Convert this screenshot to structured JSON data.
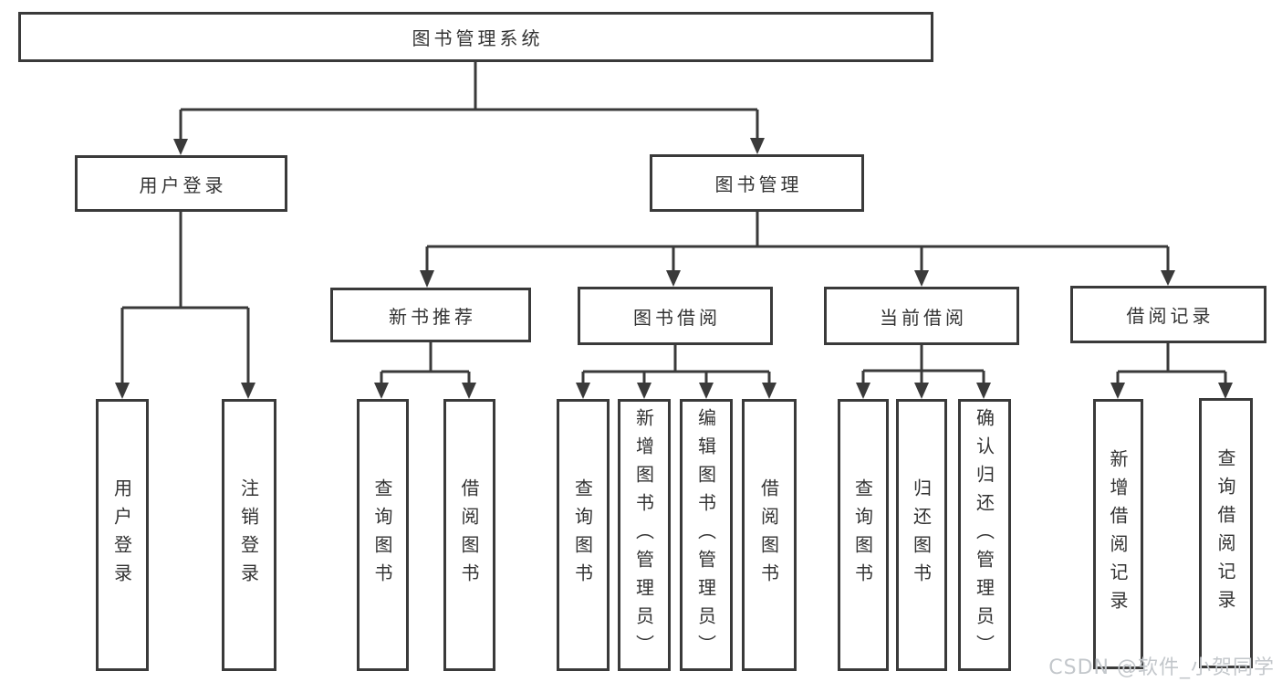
{
  "tree": {
    "root": "图书管理系统",
    "branches": [
      {
        "label": "用户登录",
        "children": [
          {
            "label": "用户登录"
          },
          {
            "label": "注销登录"
          }
        ]
      },
      {
        "label": "图书管理",
        "children": [
          {
            "label": "新书推荐",
            "children": [
              {
                "label": "查询图书"
              },
              {
                "label": "借阅图书"
              }
            ]
          },
          {
            "label": "图书借阅",
            "children": [
              {
                "label": "查询图书"
              },
              {
                "label": "新增图书（管理员）"
              },
              {
                "label": "编辑图书（管理员）"
              },
              {
                "label": "借阅图书"
              }
            ]
          },
          {
            "label": "当前借阅",
            "children": [
              {
                "label": "查询图书"
              },
              {
                "label": "归还图书"
              },
              {
                "label": "确认归还（管理员）"
              }
            ]
          },
          {
            "label": "借阅记录",
            "children": [
              {
                "label": "新增借阅记录"
              },
              {
                "label": "查询借阅记录"
              }
            ]
          }
        ]
      }
    ]
  },
  "watermark": {
    "text": "CSDN @软件_小贺同学"
  },
  "colors": {
    "line": "#3a3a3a",
    "box_border": "#3a3a3a",
    "text": "#333333",
    "background": "#ffffff",
    "watermark": "#c3c7cb"
  }
}
